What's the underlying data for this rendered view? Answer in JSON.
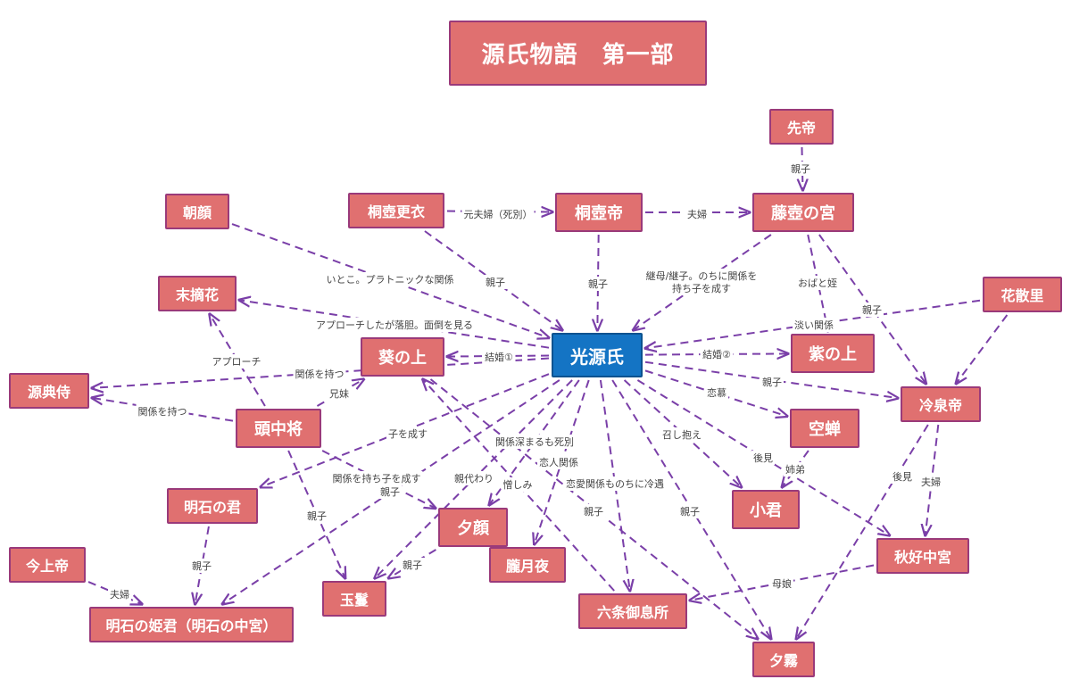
{
  "title": "源氏物語　第一部",
  "colors": {
    "node_fill": "#e07070",
    "node_border": "#9a3a7a",
    "center_fill": "#1474c4",
    "edge": "#7a3fa8"
  },
  "nodes": [
    {
      "id": "genji",
      "label": "光源氏",
      "style": "center"
    },
    {
      "id": "sentei",
      "label": "先帝"
    },
    {
      "id": "fujitsubo",
      "label": "藤壺の宮",
      "style": "s"
    },
    {
      "id": "kiritsubo_tei",
      "label": "桐壺帝",
      "style": "s"
    },
    {
      "id": "kiritsubo_koui",
      "label": "桐壺更衣"
    },
    {
      "id": "asagao",
      "label": "朝顔"
    },
    {
      "id": "suetsumuhana",
      "label": "末摘花"
    },
    {
      "id": "hanachirusato",
      "label": "花散里"
    },
    {
      "id": "aoi",
      "label": "葵の上",
      "style": "s"
    },
    {
      "id": "murasaki",
      "label": "紫の上",
      "style": "s"
    },
    {
      "id": "gen_naishi",
      "label": "源典侍"
    },
    {
      "id": "reizei",
      "label": "冷泉帝"
    },
    {
      "id": "to_chujo",
      "label": "頭中将",
      "style": "s"
    },
    {
      "id": "utsusemi",
      "label": "空蝉",
      "style": "s"
    },
    {
      "id": "akashi",
      "label": "明石の君"
    },
    {
      "id": "kogimi",
      "label": "小君",
      "style": "s"
    },
    {
      "id": "yugao",
      "label": "夕顔",
      "style": "s"
    },
    {
      "id": "akikonomu",
      "label": "秋好中宮"
    },
    {
      "id": "kinjo",
      "label": "今上帝"
    },
    {
      "id": "oborozukiyo",
      "label": "朧月夜"
    },
    {
      "id": "tamakazura",
      "label": "玉鬘"
    },
    {
      "id": "akashi_hime",
      "label": "明石の姫君（明石の中宮）"
    },
    {
      "id": "rokujo",
      "label": "六条御息所"
    },
    {
      "id": "yugiri",
      "label": "夕霧"
    }
  ],
  "edges": [
    {
      "from": "sentei",
      "to": "fujitsubo",
      "label": "親子"
    },
    {
      "from": "kiritsubo_koui",
      "to": "kiritsubo_tei",
      "label": "元夫婦（死別）"
    },
    {
      "from": "kiritsubo_tei",
      "to": "fujitsubo",
      "label": "夫婦"
    },
    {
      "from": "kiritsubo_tei",
      "to": "genji",
      "label": "親子"
    },
    {
      "from": "kiritsubo_koui",
      "to": "genji",
      "label": "親子"
    },
    {
      "from": "fujitsubo",
      "to": "genji",
      "label": "継母/継子。のちに関係を\n持ち子を成す"
    },
    {
      "from": "fujitsubo",
      "to": "murasaki",
      "label": "おばと姪"
    },
    {
      "from": "fujitsubo",
      "to": "reizei",
      "label": "親子"
    },
    {
      "from": "asagao",
      "to": "genji",
      "label": "いとこ。プラトニックな関係"
    },
    {
      "from": "genji",
      "to": "suetsumuhana",
      "label": "アプローチしたが落胆。面倒を見る"
    },
    {
      "from": "hanachirusato",
      "to": "genji",
      "label": "淡い関係"
    },
    {
      "from": "hanachirusato",
      "to": "reizei",
      "label": ""
    },
    {
      "from": "genji",
      "to": "aoi",
      "label": "結婚①"
    },
    {
      "from": "genji",
      "to": "murasaki",
      "label": "結婚②"
    },
    {
      "from": "genji",
      "to": "gen_naishi",
      "label": "関係を持つ"
    },
    {
      "from": "to_chujo",
      "to": "gen_naishi",
      "label": "関係を持つ"
    },
    {
      "from": "to_chujo",
      "to": "suetsumuhana",
      "label": "アプローチ"
    },
    {
      "from": "to_chujo",
      "to": "aoi",
      "label": "兄妹"
    },
    {
      "from": "genji",
      "to": "reizei",
      "label": "親子"
    },
    {
      "from": "genji",
      "to": "utsusemi",
      "label": "恋慕"
    },
    {
      "from": "genji",
      "to": "akashi",
      "label": "子を成す"
    },
    {
      "from": "genji",
      "to": "kogimi",
      "label": "召し抱え"
    },
    {
      "from": "utsusemi",
      "to": "kogimi",
      "label": "姉弟"
    },
    {
      "from": "genji",
      "to": "akikonomu",
      "label": "後見"
    },
    {
      "from": "reizei",
      "to": "akikonomu",
      "label": "夫婦"
    },
    {
      "from": "reizei",
      "to": "yugiri",
      "label": "後見"
    },
    {
      "from": "genji",
      "to": "yugao",
      "label": "関係深まるも死別"
    },
    {
      "from": "to_chujo",
      "to": "yugao",
      "label": "関係を持ち子を成す"
    },
    {
      "from": "genji",
      "to": "tamakazura",
      "label": "親代わり"
    },
    {
      "from": "yugao",
      "to": "tamakazura",
      "label": "親子"
    },
    {
      "from": "to_chujo",
      "to": "tamakazura",
      "label": "親子"
    },
    {
      "from": "genji",
      "to": "oborozukiyo",
      "label": "恋人関係"
    },
    {
      "from": "genji",
      "to": "rokujo",
      "label": "恋愛関係ものちに冷遇"
    },
    {
      "from": "rokujo",
      "to": "aoi",
      "label": "憎しみ"
    },
    {
      "from": "aoi",
      "to": "yugiri",
      "label": "親子"
    },
    {
      "from": "genji",
      "to": "yugiri",
      "label": "親子"
    },
    {
      "from": "akikonomu",
      "to": "rokujo",
      "label": "母娘"
    },
    {
      "from": "genji",
      "to": "akashi_hime",
      "label": "親子"
    },
    {
      "from": "akashi",
      "to": "akashi_hime",
      "label": "親子"
    },
    {
      "from": "kinjo",
      "to": "akashi_hime",
      "label": "夫婦"
    }
  ]
}
